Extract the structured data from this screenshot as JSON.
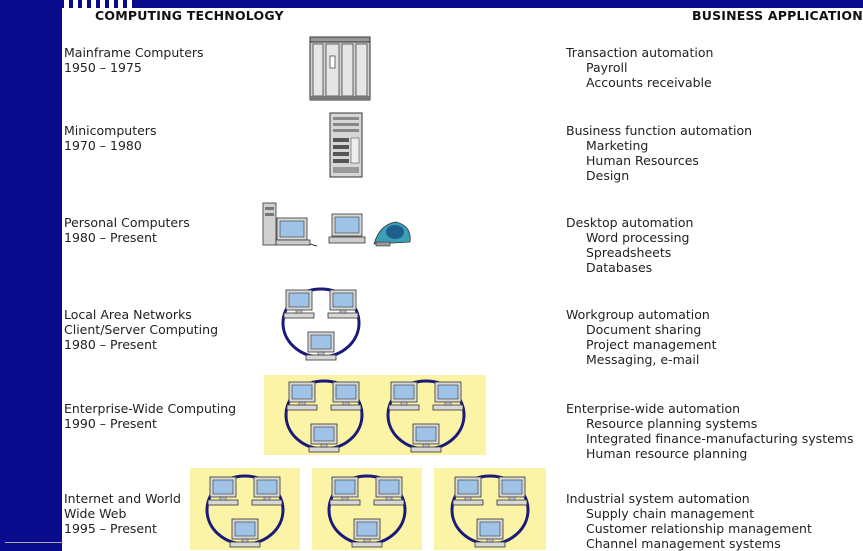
{
  "headers": {
    "left": "COMPUTING TECHNOLOGY",
    "right": "BUSINESS APPLICATION"
  },
  "eras": [
    {
      "tech": [
        "Mainframe Computers",
        "1950 – 1975"
      ],
      "icon": "mainframe-cabinet-icon",
      "app_title": "Transaction automation",
      "app_items": [
        "Payroll",
        "Accounts receivable"
      ]
    },
    {
      "tech": [
        "Minicomputers",
        "1970 – 1980"
      ],
      "icon": "minicomputer-tower-icon",
      "app_title": "Business function automation",
      "app_items": [
        "Marketing",
        "Human Resources",
        "Design"
      ]
    },
    {
      "tech": [
        "Personal Computers",
        "1980 – Present"
      ],
      "icon": "personal-computers-icon",
      "app_title": "Desktop automation",
      "app_items": [
        "Word processing",
        "Spreadsheets",
        "Databases"
      ]
    },
    {
      "tech": [
        "Local Area Networks",
        "Client/Server Computing",
        "1980 – Present"
      ],
      "icon": "lan-network-icon",
      "app_title": "Workgroup automation",
      "app_items": [
        "Document sharing",
        "Project management",
        "Messaging, e-mail"
      ]
    },
    {
      "tech": [
        "Enterprise-Wide Computing",
        "1990 – Present"
      ],
      "icon": "enterprise-network-icon",
      "app_title": "Enterprise-wide automation",
      "app_items": [
        "Resource planning systems",
        "Integrated finance-manufacturing systems",
        "Human resource planning"
      ]
    },
    {
      "tech": [
        "Internet and World",
        "Wide Web",
        "1995 – Present"
      ],
      "icon": "internet-networks-icon",
      "app_title": "Industrial system automation",
      "app_items": [
        "Supply chain management",
        "Customer relationship management",
        "Channel management systems"
      ]
    }
  ],
  "colors": {
    "sidebar": "#0a0a8c",
    "network_highlight": "#fbf3a6",
    "network_ring": "#1a1a7a",
    "monitor_screen": "#9fc3e6"
  }
}
